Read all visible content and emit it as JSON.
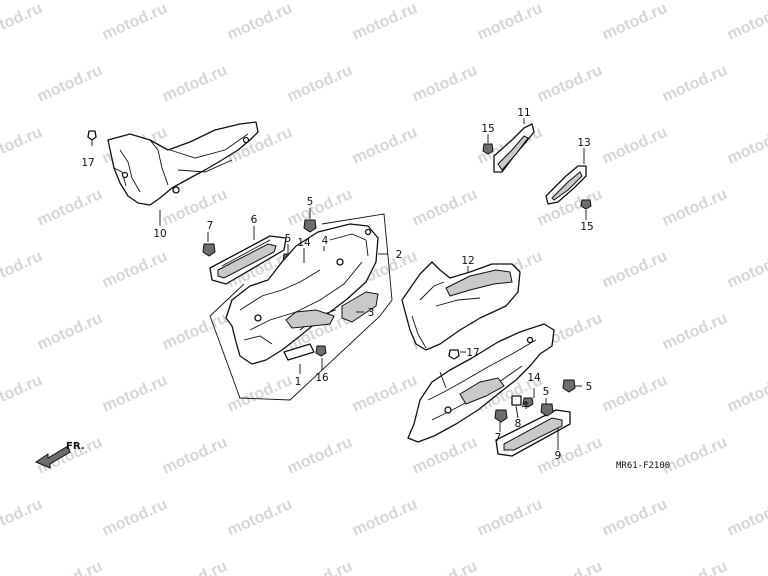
{
  "watermark": "motod.ru",
  "diagram_ref": "MR61-F2100",
  "front_label": "FR.",
  "callouts": {
    "n1": "1",
    "n2": "2",
    "n3": "3",
    "n4a": "4",
    "n4b": "4",
    "n5a": "5",
    "n5b": "5",
    "n5c": "5",
    "n5d": "5",
    "n6": "6",
    "n7a": "7",
    "n7b": "7",
    "n8": "8",
    "n9": "9",
    "n10": "10",
    "n11": "11",
    "n12": "12",
    "n13": "13",
    "n14a": "14",
    "n14b": "14",
    "n15a": "15",
    "n15b": "15",
    "n16": "16",
    "n17a": "17",
    "n17b": "17"
  }
}
